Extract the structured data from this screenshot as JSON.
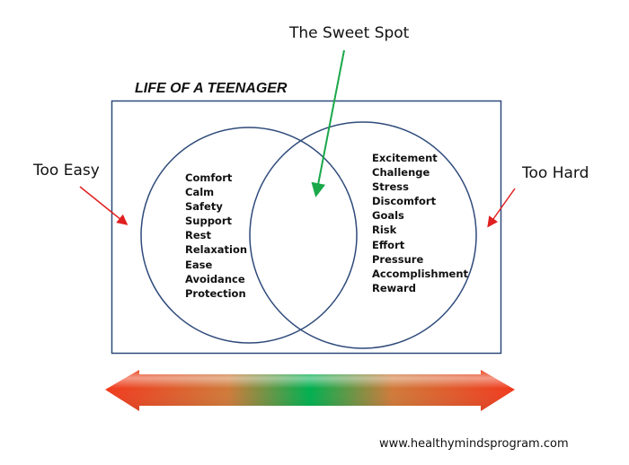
{
  "title": "LIFE OF A TEENAGER",
  "sweet_spot_label": "The Sweet Spot",
  "too_easy_label": "Too Easy",
  "too_hard_label": "Too Hard",
  "left_circle_items": [
    "Comfort",
    "Calm",
    "Safety",
    "Support",
    "Rest",
    "Relaxation",
    "Ease",
    "Avoidance",
    "Protection"
  ],
  "right_circle_items": [
    "Excitement",
    "Challenge",
    "Stress",
    "Discomfort",
    "Goals",
    "Risk",
    "Effort",
    "Pressure",
    "Accomplishment",
    "Reward"
  ],
  "website": "www.healthymindsprogram.com",
  "colors": {
    "frame": "#2e4a7a",
    "pointer_red": "#e02020",
    "pointer_green": "#1aa84a",
    "gradient_end": "#f03a1e",
    "gradient_mid": "#00b050"
  }
}
